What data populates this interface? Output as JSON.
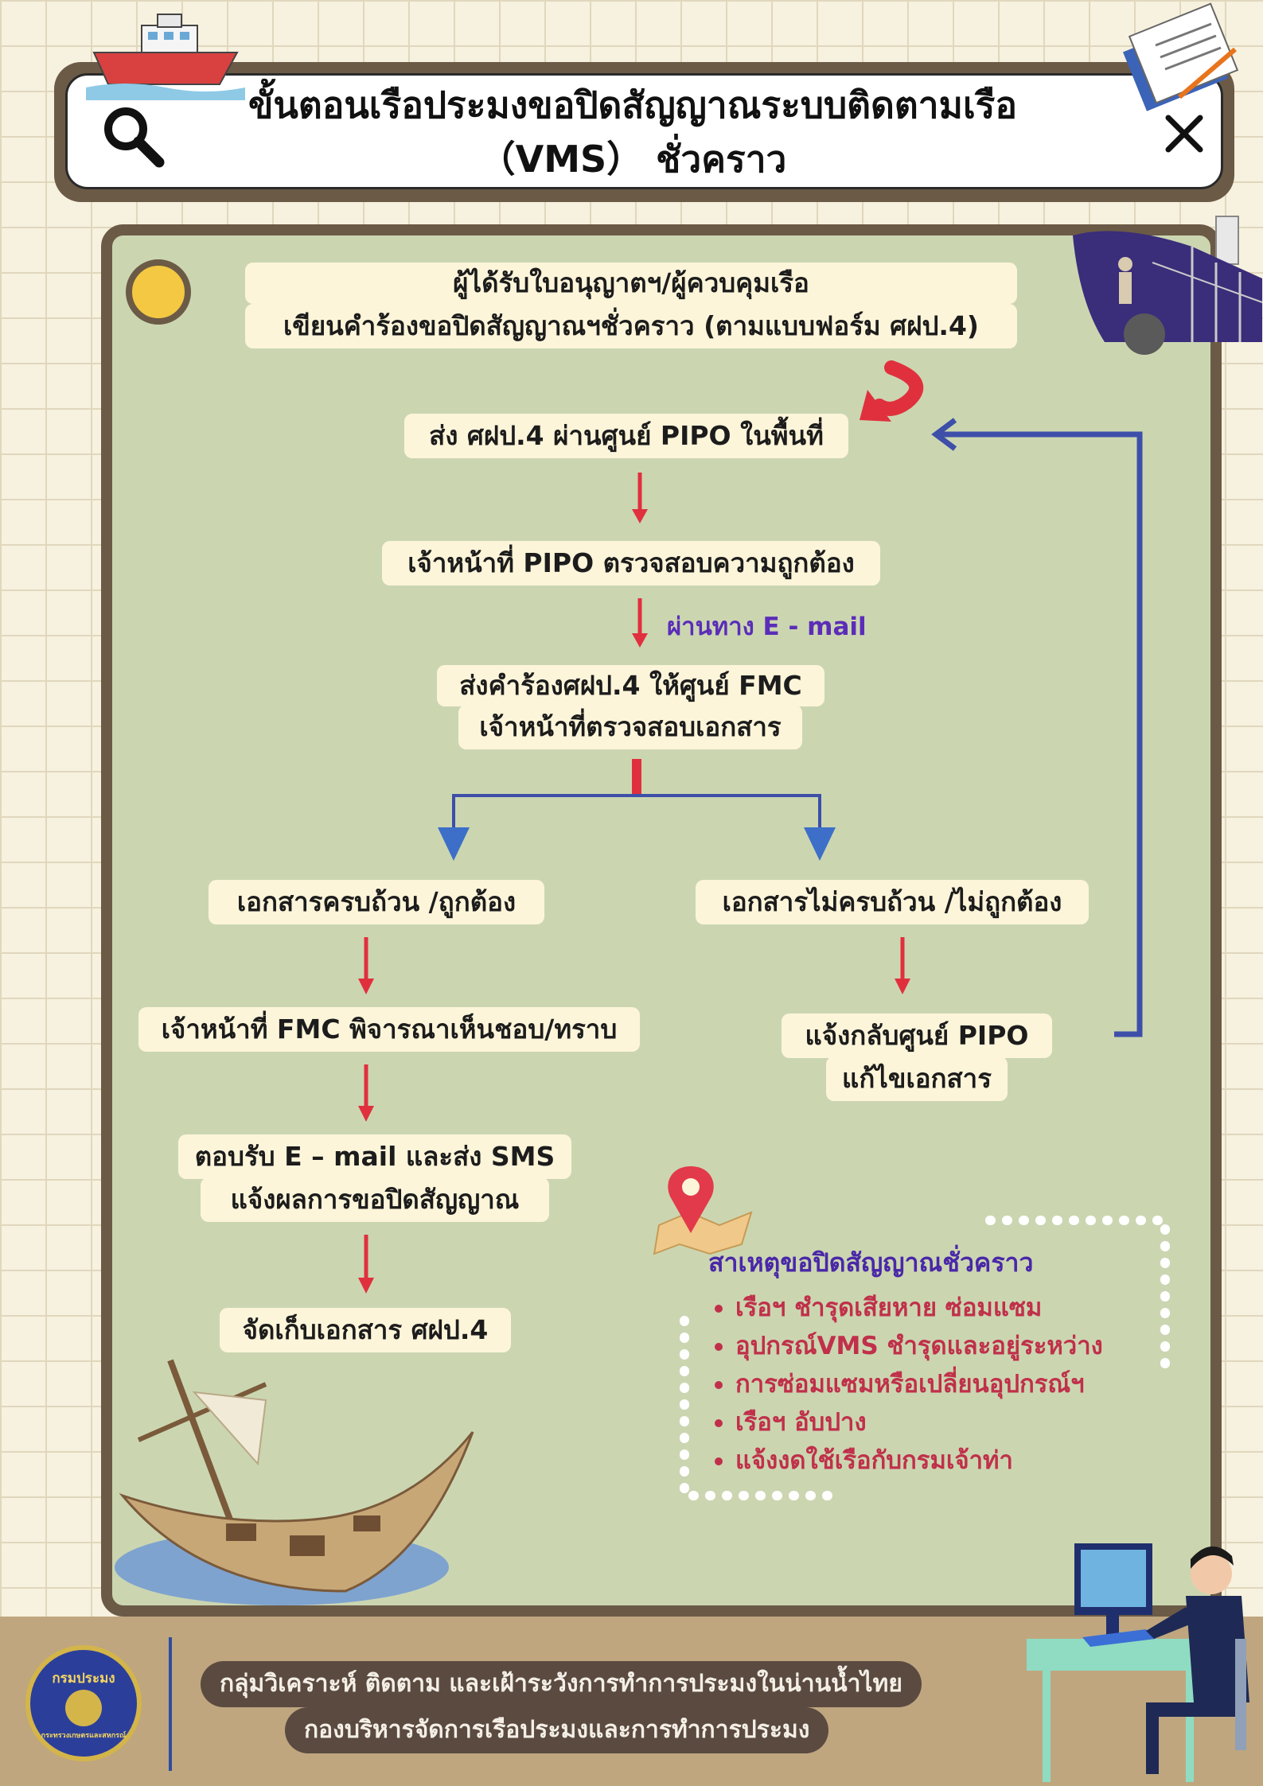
{
  "title": {
    "line1": "ขั้นตอนเรือประมงขอปิดสัญญาณระบบติดตามเรือ",
    "line2": "（VMS） ชั่วคราว"
  },
  "flow": {
    "step1_line1": "ผู้ได้รับใบอนุญาตฯ/ผู้ควบคุมเรือ",
    "step1_line2": "เขียนคำร้องขอปิดสัญญาณฯชั่วคราว (ตามแบบฟอร์ม ศฝป.4)",
    "step2": "ส่ง ศฝป.4 ผ่านศูนย์ PIPO ในพื้นที่",
    "step3": "เจ้าหน้าที่ PIPO ตรวจสอบความถูกต้อง",
    "via_email": "ผ่านทาง E - mail",
    "step4_line1": "ส่งคำร้องศฝป.4 ให้ศูนย์ FMC",
    "step4_line2": "เจ้าหน้าที่ตรวจสอบเอกสาร",
    "left_branch": "เอกสารครบถ้วน /ถูกต้อง",
    "right_branch": "เอกสารไม่ครบถ้วน /ไม่ถูกต้อง",
    "left_step2": "เจ้าหน้าที่ FMC พิจารณาเห็นชอบ/ทราบ",
    "left_step3_line1": "ตอบรับ E – mail และส่ง SMS",
    "left_step3_line2": "แจ้งผลการขอปิดสัญญาณ",
    "left_step4": "จัดเก็บเอกสาร ศฝป.4",
    "right_step2_line1": "แจ้งกลับศูนย์ PIPO",
    "right_step2_line2": "แก้ไขเอกสาร"
  },
  "reasons": {
    "title": "สาเหตุขอปิดสัญญาณชั่วคราว",
    "items": [
      "เรือฯ ชำรุดเสียหาย ซ่อมแซม",
      "  อุปกรณ์VMS ชำรุดและอยู่ระหว่าง",
      "การซ่อมแซมหรือเปลี่ยนอุปกรณ์ฯ",
      "เรือฯ อับปาง",
      "แจ้งงดใช้เรือกับกรมเจ้าท่า"
    ]
  },
  "footer": {
    "line1": "กลุ่มวิเคราะห์ ติดตาม และเฝ้าระวังการทำการประมงในน่านน้ำไทย",
    "line2": "กองบริหารจัดการเรือประมงและการทำการประมง",
    "seal_text_top": "กรมประมง",
    "seal_text_bottom": "กระทรวงเกษตรและสหกรณ์"
  },
  "colors": {
    "panel_bg": "#cbd6b1",
    "frame": "#6b5a46",
    "arrow_red": "#e0303e",
    "arrow_blue": "#3d4fa8",
    "box_bg": "#fdf5da",
    "reason_text": "#c0304a",
    "reason_title": "#4a27a8"
  },
  "icons": [
    "search-icon",
    "close-icon",
    "location-pin-icon",
    "documents-icon",
    "boat-icon",
    "ship-icon",
    "shipwreck-icon",
    "computer-worker-icon"
  ]
}
